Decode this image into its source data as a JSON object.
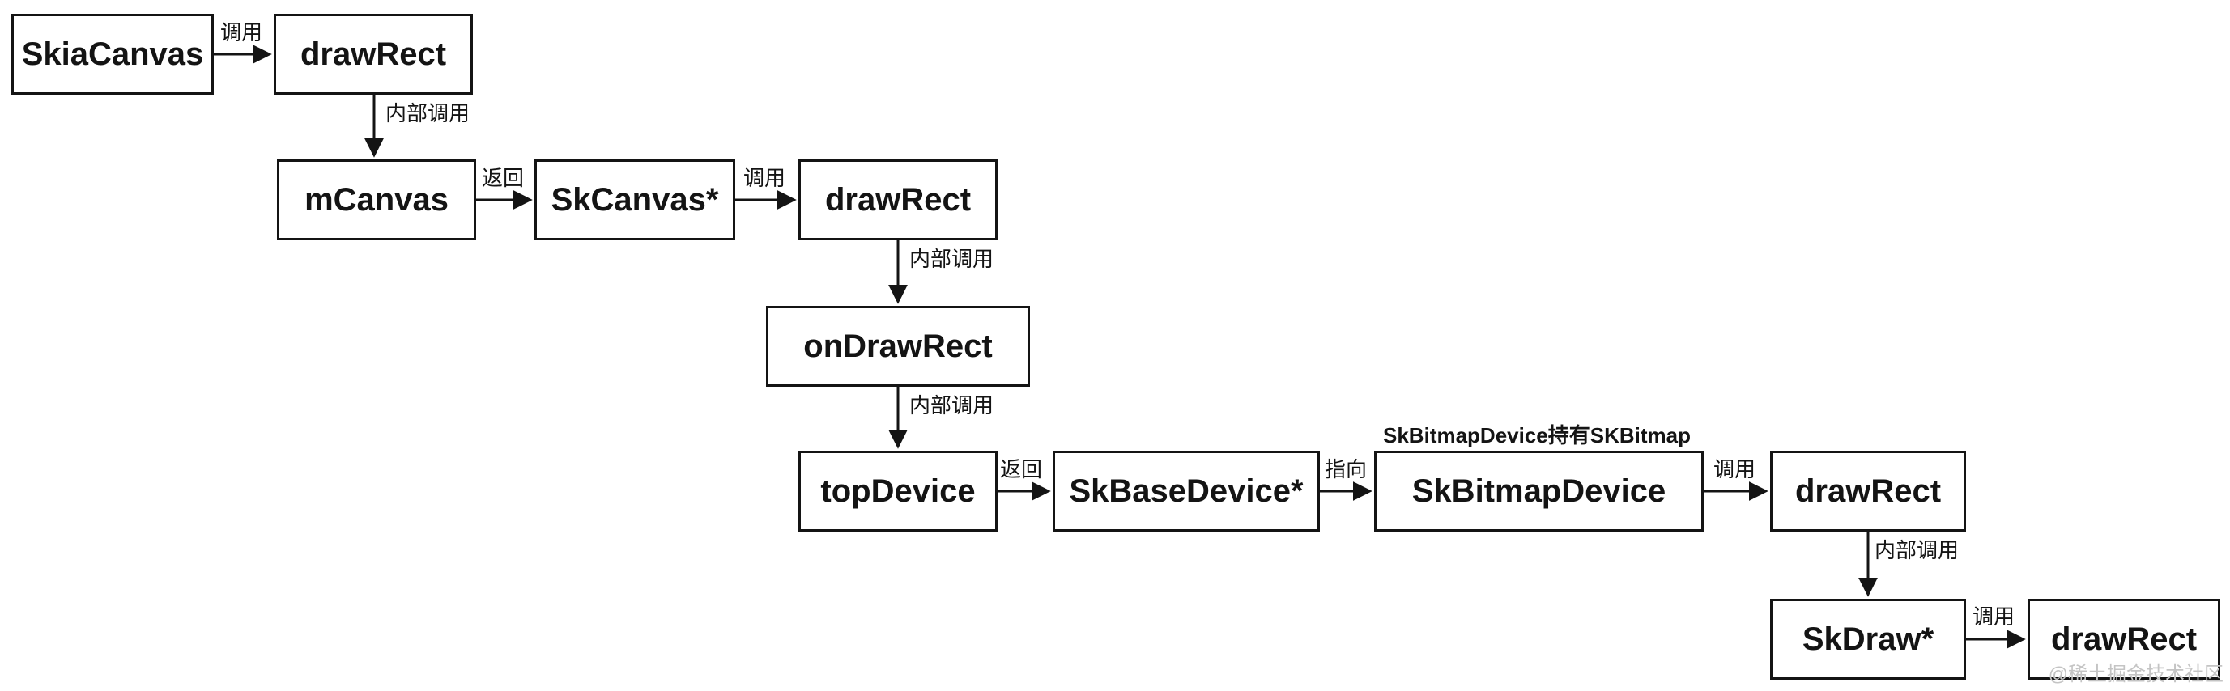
{
  "diagram": {
    "nodes": [
      {
        "id": "skiaCanvas",
        "label": "SkiaCanvas"
      },
      {
        "id": "drawRect1",
        "label": "drawRect"
      },
      {
        "id": "mCanvas",
        "label": "mCanvas"
      },
      {
        "id": "skCanvasPtr",
        "label": "SkCanvas*"
      },
      {
        "id": "drawRect2",
        "label": "drawRect"
      },
      {
        "id": "onDrawRect",
        "label": "onDrawRect"
      },
      {
        "id": "topDevice",
        "label": "topDevice"
      },
      {
        "id": "skBaseDevicePtr",
        "label": "SkBaseDevice*"
      },
      {
        "id": "skBitmapDevice",
        "label": "SkBitmapDevice"
      },
      {
        "id": "drawRect3",
        "label": "drawRect"
      },
      {
        "id": "skDrawPtr",
        "label": "SkDraw*"
      },
      {
        "id": "drawRect4",
        "label": "drawRect"
      }
    ],
    "edges": [
      {
        "from": "skiaCanvas",
        "to": "drawRect1",
        "label": "调用"
      },
      {
        "from": "drawRect1",
        "to": "mCanvas",
        "label": "内部调用"
      },
      {
        "from": "mCanvas",
        "to": "skCanvasPtr",
        "label": "返回"
      },
      {
        "from": "skCanvasPtr",
        "to": "drawRect2",
        "label": "调用"
      },
      {
        "from": "drawRect2",
        "to": "onDrawRect",
        "label": "内部调用"
      },
      {
        "from": "onDrawRect",
        "to": "topDevice",
        "label": "内部调用"
      },
      {
        "from": "topDevice",
        "to": "skBaseDevicePtr",
        "label": "返回"
      },
      {
        "from": "skBaseDevicePtr",
        "to": "skBitmapDevice",
        "label": "指向"
      },
      {
        "from": "skBitmapDevice",
        "to": "drawRect3",
        "label": "调用"
      },
      {
        "from": "drawRect3",
        "to": "skDrawPtr",
        "label": "内部调用"
      },
      {
        "from": "skDrawPtr",
        "to": "drawRect4",
        "label": "调用"
      }
    ],
    "annotation": "SkBitmapDevice持有SKBitmap",
    "watermark": "@稀土掘金技术社区",
    "colors": {
      "stroke": "#141414",
      "node_fill": "#ffffff",
      "text": "#141414",
      "watermark": "#c4c4c4",
      "background": "#ffffff"
    }
  }
}
